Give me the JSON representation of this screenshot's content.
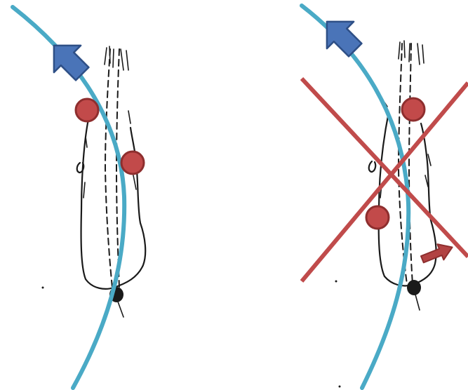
{
  "colors": {
    "path": "#4aaac6",
    "direction_arrow": "#4a74b8",
    "direction_arrow_outline": "#2e4f86",
    "contact_point": "#c24a4a",
    "contact_point_outline": "#8e2e2e",
    "cross_mark": "#c04b4b",
    "force_arrow": "#b24343",
    "sketch": "#1a1a1a",
    "background": "#ffffff"
  },
  "panels": [
    {
      "id": "left",
      "marked_wrong": false,
      "icons": [
        "animal-sketch-top-view",
        "curved-path-line",
        "direction-arrow-icon",
        "contact-point",
        "contact-point"
      ]
    },
    {
      "id": "right",
      "marked_wrong": true,
      "icons": [
        "animal-sketch-top-view",
        "curved-path-line",
        "direction-arrow-icon",
        "contact-point",
        "contact-point",
        "cross-mark-icon",
        "force-arrow-icon"
      ]
    }
  ]
}
